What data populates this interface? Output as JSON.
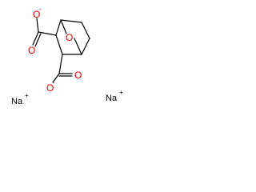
{
  "molecule": {
    "atoms": {
      "o_carboxylate_top_minus": "O",
      "o_carboxylate_top_double": "O",
      "o_bridge": "O",
      "o_carboxylate_bottom_minus": "O",
      "o_carboxylate_bottom_double": "O",
      "na_left": "Na",
      "na_right": "Na"
    },
    "charges": {
      "minus": "-",
      "plus": "+"
    },
    "colors": {
      "bond": "#000000",
      "oxygen": "#e00000",
      "sodium": "#000000"
    }
  }
}
